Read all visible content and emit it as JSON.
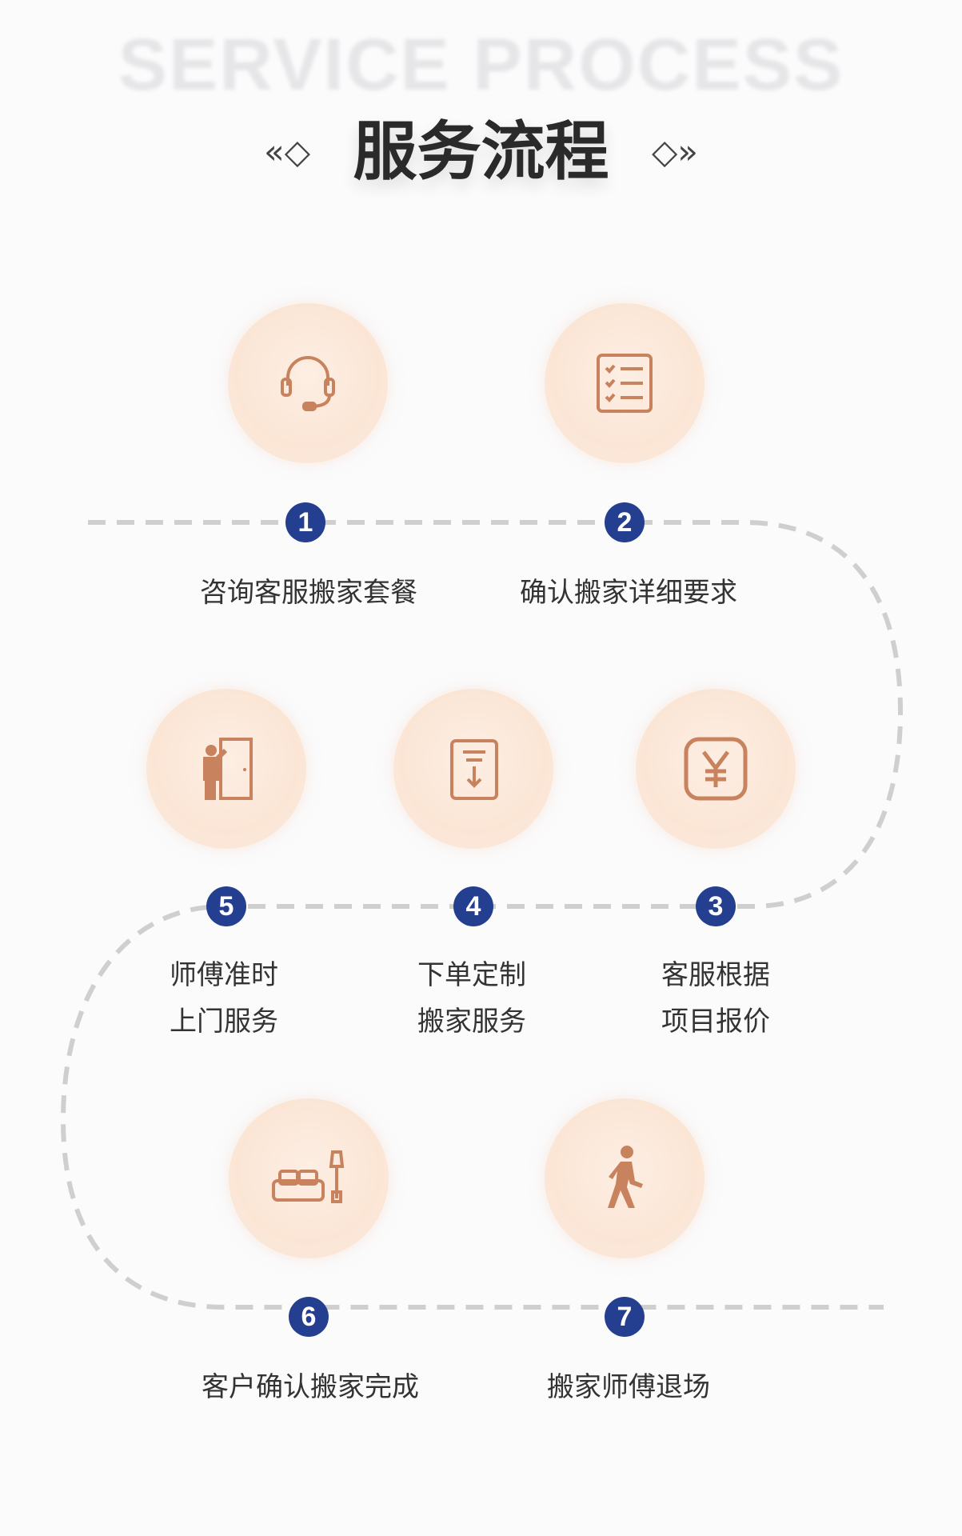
{
  "header": {
    "watermark": "SERVICE PROCESS",
    "title": "服务流程",
    "left_deco": "«◇",
    "right_deco": "◇»"
  },
  "colors": {
    "badge": "#243f8f",
    "icon": "#c8825e",
    "circle": "#fbe6d6",
    "path": "#cfcfcf"
  },
  "steps": [
    {
      "number": "1",
      "icon": "headset-icon",
      "label": "咨询客服搬家套餐"
    },
    {
      "number": "2",
      "icon": "checklist-icon",
      "label": "确认搬家详细要求"
    },
    {
      "number": "3",
      "icon": "yen-icon",
      "label_line1": "客服根据",
      "label_line2": "项目报价"
    },
    {
      "number": "4",
      "icon": "order-download-icon",
      "label_line1": "下单定制",
      "label_line2": "搬家服务"
    },
    {
      "number": "5",
      "icon": "door-knock-icon",
      "label_line1": "师傅准时",
      "label_line2": "上门服务"
    },
    {
      "number": "6",
      "icon": "sofa-lamp-icon",
      "label": "客户确认搬家完成"
    },
    {
      "number": "7",
      "icon": "walking-person-icon",
      "label": "搬家师傅退场"
    }
  ]
}
